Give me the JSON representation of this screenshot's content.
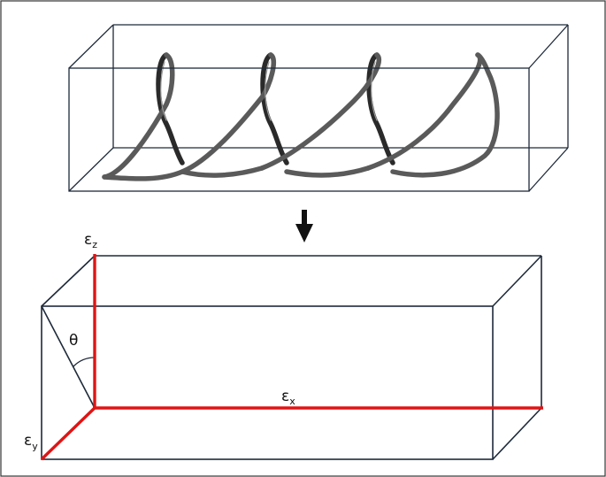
{
  "labels": {
    "eps_z": {
      "symbol": "ε",
      "sub": "z"
    },
    "eps_x": {
      "symbol": "ε",
      "sub": "x"
    },
    "eps_y": {
      "symbol": "ε",
      "sub": "y"
    },
    "theta": "θ"
  },
  "colors": {
    "axis_red": "#e01414",
    "box_edge": "#1e2a3a",
    "helix_dark": "#2a2a2a",
    "helix_light": "#5a5a5a"
  },
  "icons": {
    "arrow": "down-arrow-icon"
  }
}
